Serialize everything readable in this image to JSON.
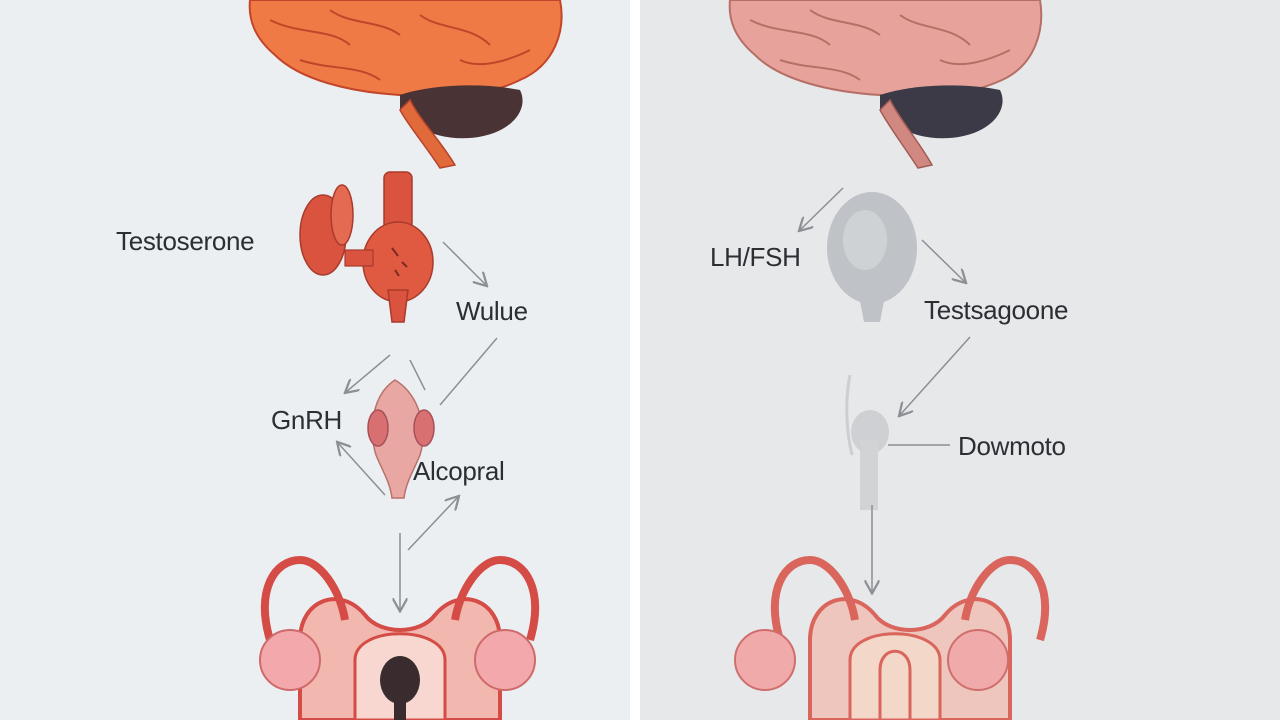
{
  "left_panel": {
    "labels": {
      "top_left": "Testoserone",
      "top_right": "Wulue",
      "middle": "GnRH",
      "lower": "Alcopral"
    }
  },
  "right_panel": {
    "labels": {
      "top_left": "LH/FSH",
      "top_right": "Testsagoone",
      "lower": "Dowmoto"
    }
  },
  "colors": {
    "brain_orange": "#f07a45",
    "brain_pink": "#e7a39b",
    "organ_red": "#d9533f",
    "organ_pink": "#e8a7a3",
    "pituitary_grey": "#bfc2c6",
    "arrow_grey": "#8c8f93"
  }
}
